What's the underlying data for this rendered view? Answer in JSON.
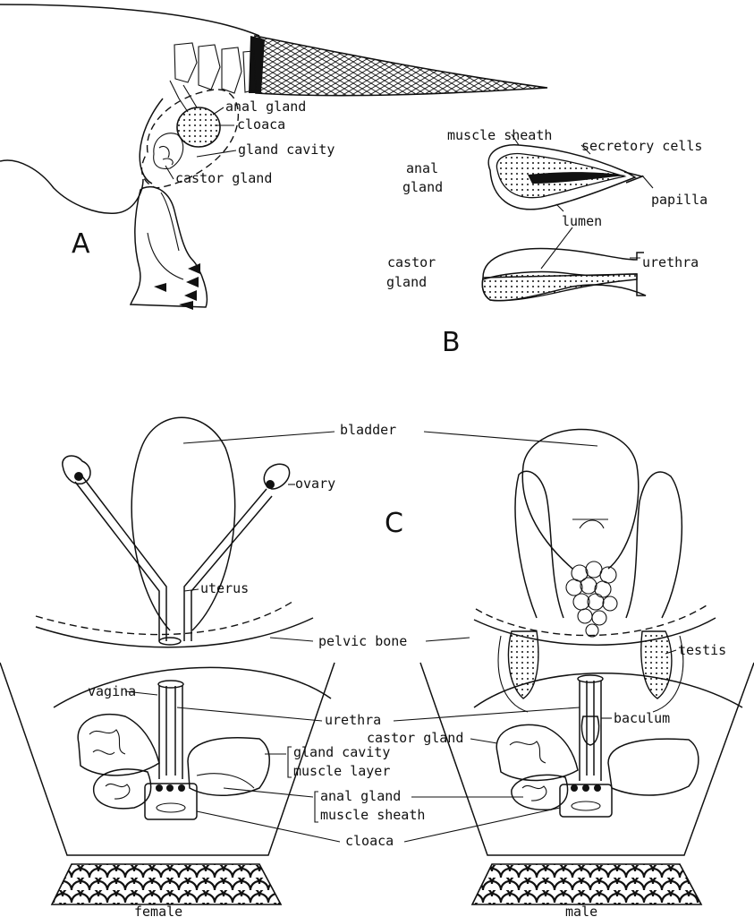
{
  "panel_a": {
    "letter": "A",
    "labels": {
      "anal_gland": "anal gland",
      "cloaca": "cloaca",
      "gland_cavity": "gland cavity",
      "castor_gland": "castor gland"
    }
  },
  "panel_b": {
    "letter": "B",
    "labels": {
      "muscle_sheath": "muscle sheath",
      "secretory_cells": "secretory cells",
      "anal": "anal",
      "gland": "gland",
      "papilla": "papilla",
      "lumen": "lumen",
      "castor": "castor",
      "gland2": "gland",
      "urethra": "urethra"
    }
  },
  "panel_c": {
    "letter": "C",
    "labels": {
      "bladder": "bladder",
      "ovary": "ovary",
      "uterus": "uterus",
      "pelvic_bone": "pelvic bone",
      "testis": "testis",
      "vagina": "vagina",
      "urethra": "urethra",
      "baculum": "baculum",
      "castor_gland": "castor gland",
      "gland_cavity": "gland cavity",
      "muscle_layer": "muscle layer",
      "anal_gland": "anal gland",
      "muscle_sheath": "muscle sheath",
      "cloaca": "cloaca",
      "female": "female",
      "male": "male"
    }
  }
}
